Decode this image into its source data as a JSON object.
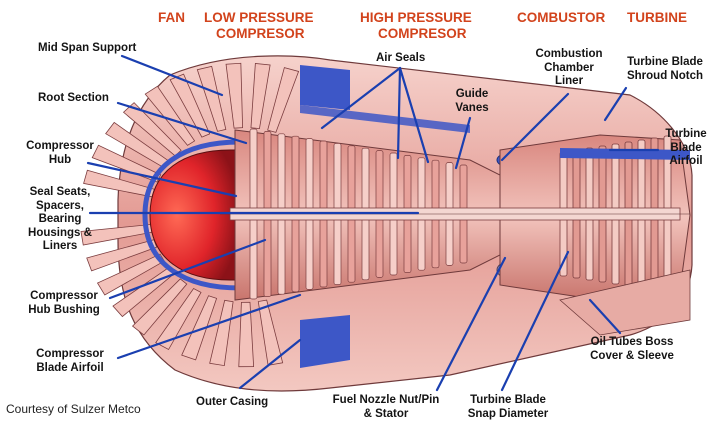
{
  "headers": {
    "fan": "FAN",
    "low_pressure": "LOW PRESSURE",
    "low_compressor": "COMPRESOR",
    "high_pressure": "HIGH PRESSURE",
    "high_compressor": "COMPRESOR",
    "combustor": "COMBUSTOR",
    "turbine": "TURBINE"
  },
  "labels": {
    "mid_span_support": "Mid Span Support",
    "root_section": "Root Section",
    "compressor_hub": [
      "Compressor",
      "Hub"
    ],
    "seal_seats": [
      "Seal Seats,",
      "Spacers,",
      "Bearing",
      "Housings &",
      "Liners"
    ],
    "compressor_hub_bushing": [
      "Compressor",
      "Hub Bushing"
    ],
    "compressor_blade_airfoil": [
      "Compressor",
      "Blade Airfoil"
    ],
    "outer_casing": "Outer Casing",
    "air_seals": "Air Seals",
    "guide_vanes": [
      "Guide",
      "Vanes"
    ],
    "combustion_chamber_liner": [
      "Combustion",
      "Chamber",
      "Liner"
    ],
    "turbine_blade_shroud_notch": [
      "Turbine Blade",
      "Shroud Notch"
    ],
    "turbine_blade_airfoil": [
      "Turbine",
      "Blade",
      "Airfoil"
    ],
    "oil_tubes_boss": [
      "Oil Tubes Boss",
      "Cover & Sleeve"
    ],
    "fuel_nozzle": [
      "Fuel Nozzle Nut/Pin",
      "& Stator"
    ],
    "turbine_blade_snap": [
      "Turbine Blade",
      "Snap Diameter"
    ]
  },
  "credit": "Courtesy of Sulzer Metco",
  "colors": {
    "header": "#d2431c",
    "leader": "#1a3fb0",
    "metal": "#e9aaa4",
    "metal_dark": "#8a4b4c",
    "accent_blue": "#3d57c7",
    "accent_red": "#e0242a"
  }
}
